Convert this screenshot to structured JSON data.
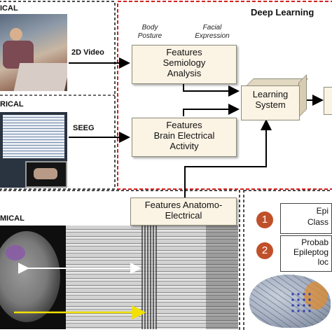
{
  "panels": {
    "top_left_label": "ICAL",
    "middle_left_label": "RICAL",
    "bottom_left_label": "MICAL",
    "deep_learning_title": "Deep Learning"
  },
  "inputs": {
    "video_label": "2D Video",
    "seeg_label": "SEEG"
  },
  "feature_hints": {
    "body_posture": "Body\nPosture",
    "facial_expression": "Facial\nExpression"
  },
  "boxes": {
    "semiology": [
      "Features",
      "Semiology",
      "Analysis"
    ],
    "brain": [
      "Features",
      "Brain Electrical",
      "Activity"
    ],
    "learning": [
      "Learning",
      "System"
    ],
    "anatomo": [
      "Features Anatomo-",
      "Electrical"
    ]
  },
  "results": {
    "item1_number": "1",
    "item1_text": [
      "Epi",
      "Class"
    ],
    "item2_number": "2",
    "item2_text": [
      "Probab",
      "Epileptog",
      "loc"
    ]
  },
  "colors": {
    "deep_learning_border": "#d42020",
    "box_fill": "#fbf3e4",
    "number_badge": "#c0502a",
    "arrow": "#000000",
    "yellow_arrow": "#f2e000"
  }
}
